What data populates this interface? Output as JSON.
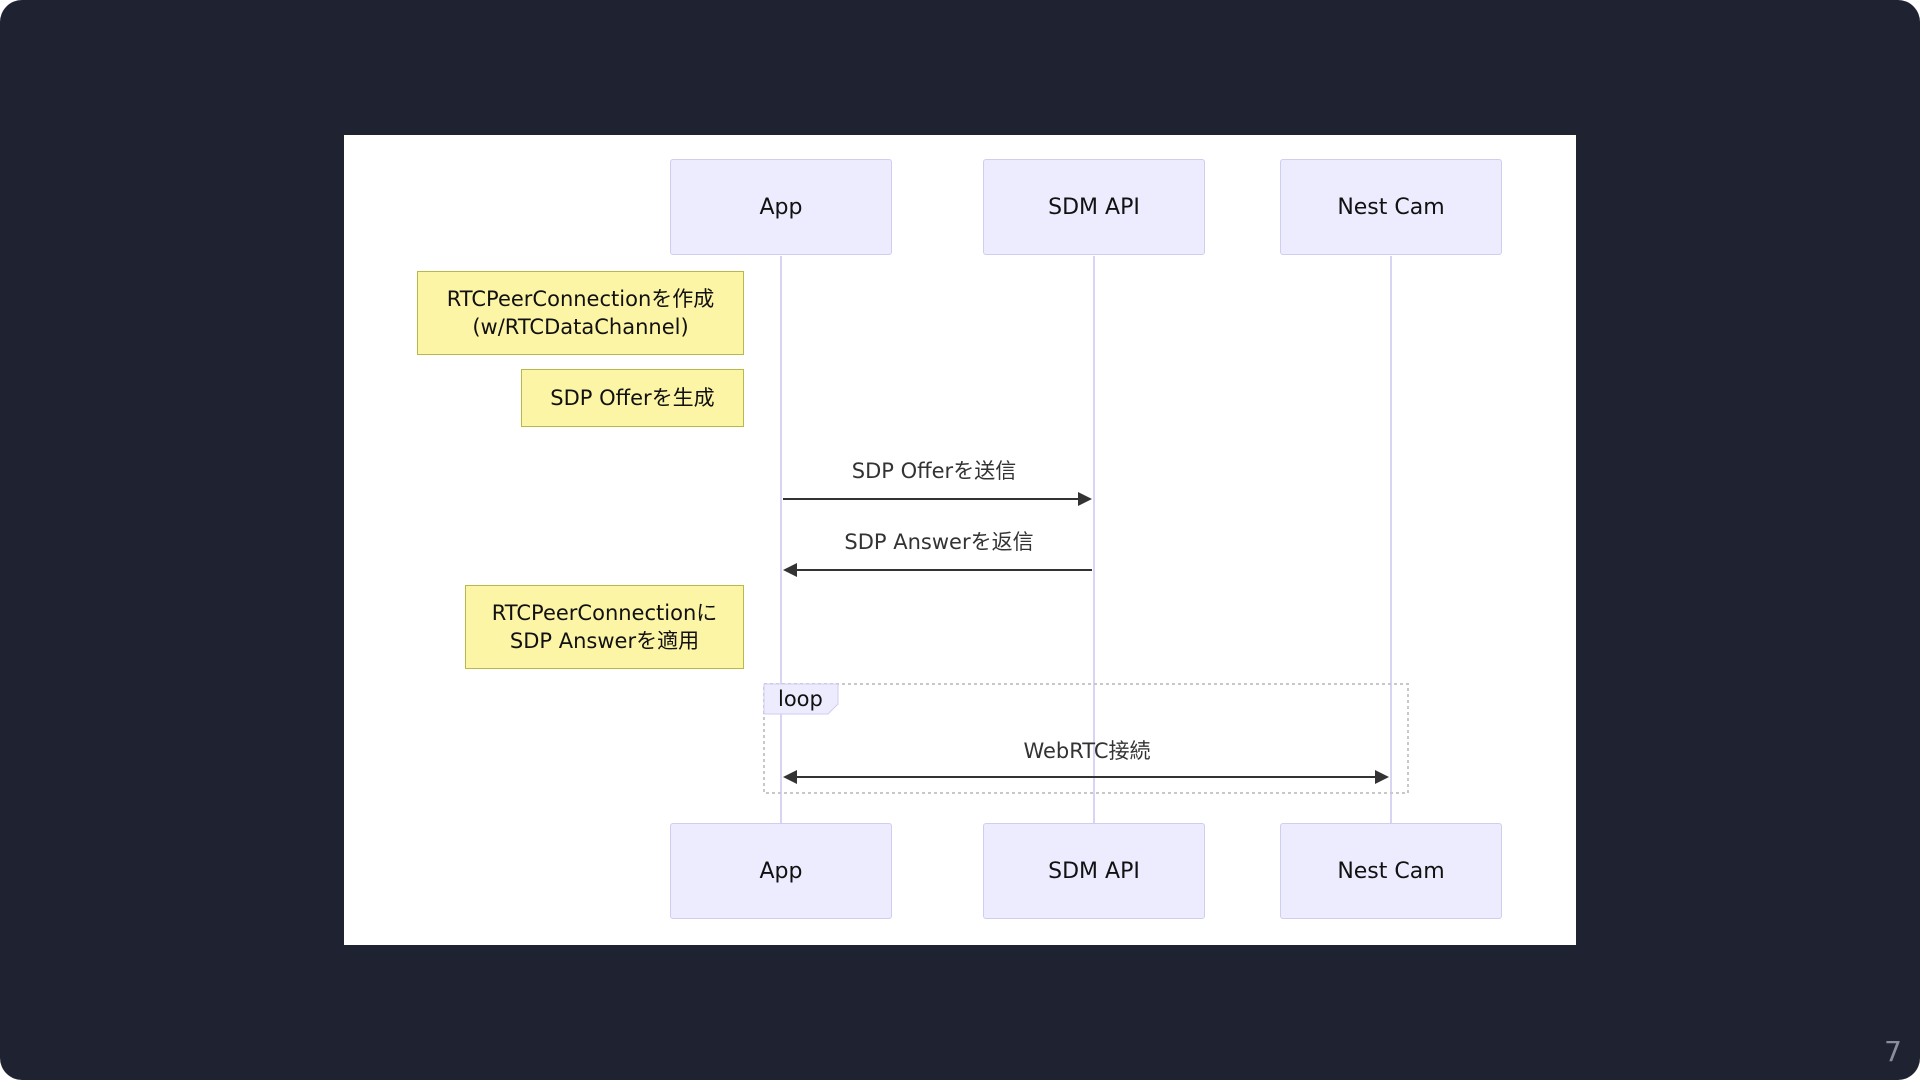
{
  "diagram": {
    "actors": [
      "App",
      "SDM API",
      "Nest Cam"
    ],
    "notes": [
      "RTCPeerConnectionを作成\n(w/RTCDataChannel)",
      "SDP Offerを生成",
      "RTCPeerConnectionに\nSDP Answerを適用"
    ],
    "messages": [
      "SDP Offerを送信",
      "SDP Answerを返信",
      "WebRTC接続"
    ],
    "loop_label": "loop"
  },
  "slide": {
    "page_number": "7"
  },
  "colors": {
    "slide_background": "#1f2230",
    "actor_fill": "#ececfe",
    "actor_border": "#cfcdf0",
    "note_fill": "#fdf5a6",
    "note_border": "#b9b94a",
    "lifeline": "#d8d4f4",
    "arrow": "#333333"
  }
}
